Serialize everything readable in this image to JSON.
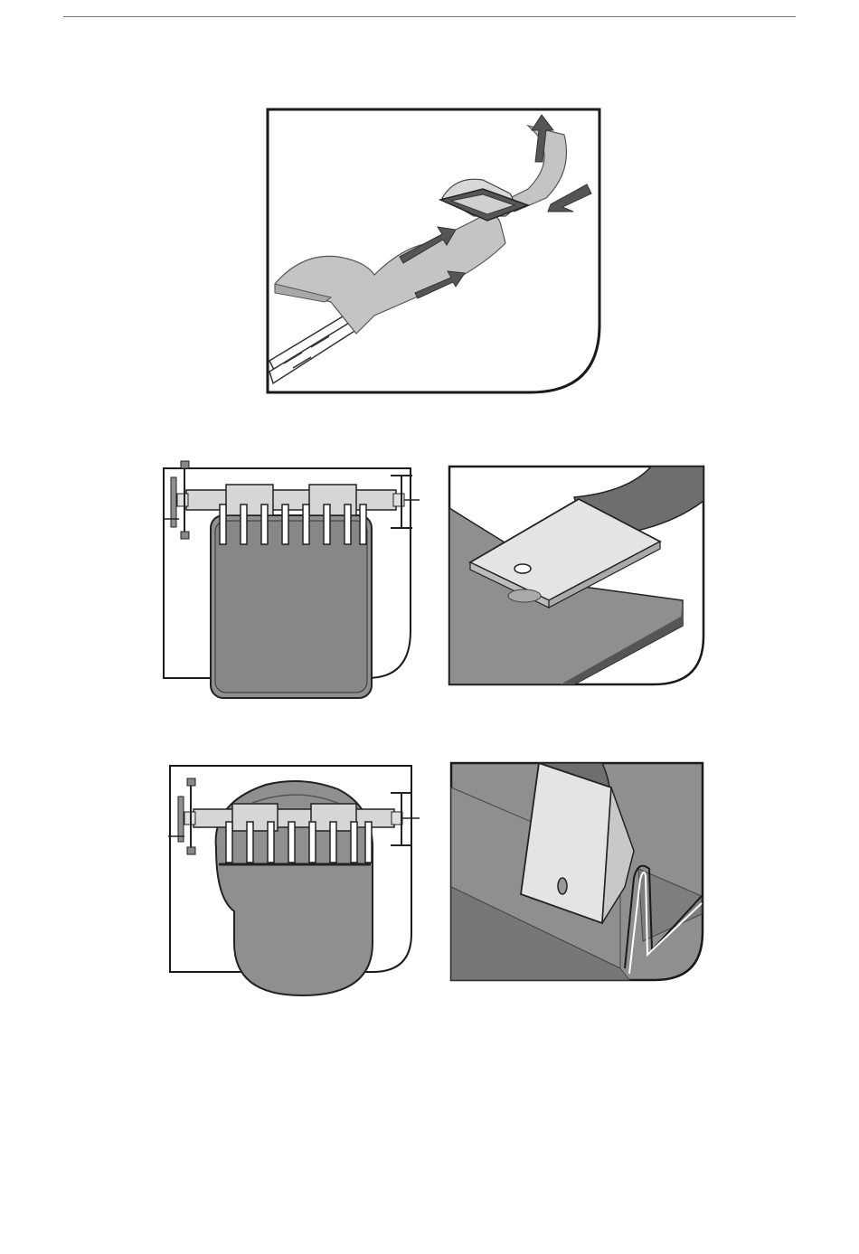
{
  "page": {
    "colors": {
      "panel_fill": "#8f8f8f",
      "dark_fill": "#6e6e6e",
      "light_fill": "#d6d6d6",
      "frame_stroke": "#1a1a1a",
      "rule": "#777777"
    }
  },
  "figures": [
    {
      "id": "strap-fastener-overview",
      "icon": "strap-fastener-illustration"
    },
    {
      "id": "clamp-front-square",
      "icon": "clamp-tool-illustration"
    },
    {
      "id": "clip-on-panel-closeup",
      "icon": "clip-closeup-illustration"
    },
    {
      "id": "clamp-front-rounded",
      "icon": "clamp-tool-illustration"
    },
    {
      "id": "clip-folded-closeup",
      "icon": "clip-closeup-illustration"
    }
  ]
}
